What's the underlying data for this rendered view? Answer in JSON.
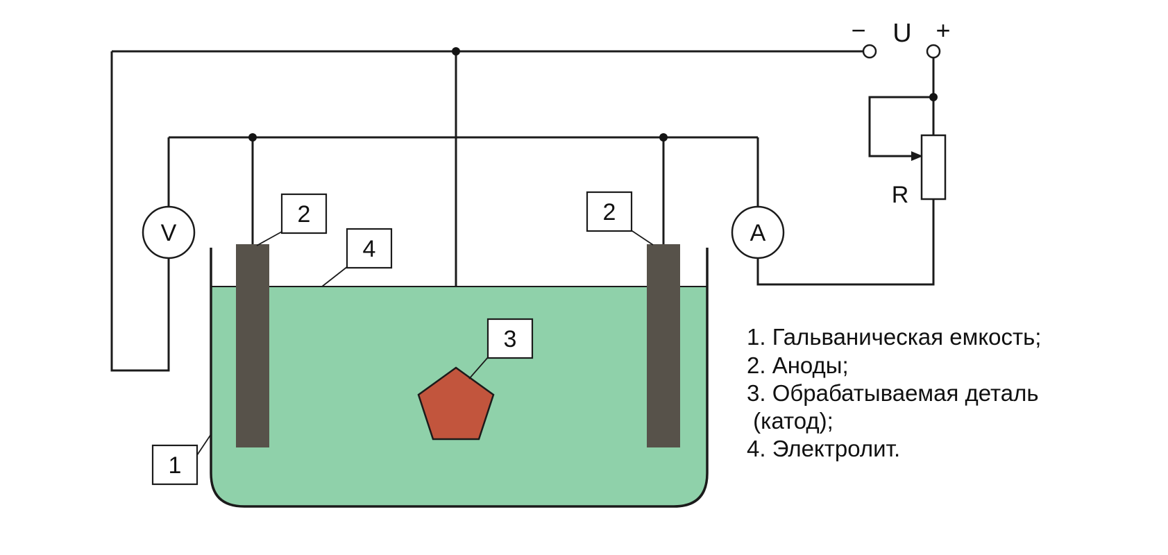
{
  "figure": {
    "supply": {
      "minus_label": "−",
      "name_label": "U",
      "plus_label": "+"
    },
    "rheostat_label": "R",
    "voltmeter_label": "V",
    "ammeter_label": "A",
    "callouts": {
      "tank": "1",
      "anode_left": "2",
      "anode_right": "2",
      "workpiece": "3",
      "electrolyte": "4"
    },
    "legend": {
      "line1": "1. Гальваническая емкость;",
      "line2": "2. Аноды;",
      "line3": "3. Обрабатываемая деталь",
      "line4": " (катод);",
      "line5": "4. Электролит."
    },
    "colors": {
      "electrolyte_fill": "#8fd1aa",
      "workpiece_fill": "#c2553d",
      "anode_fill": "#57524a",
      "wire": "#1b1b1b"
    }
  }
}
